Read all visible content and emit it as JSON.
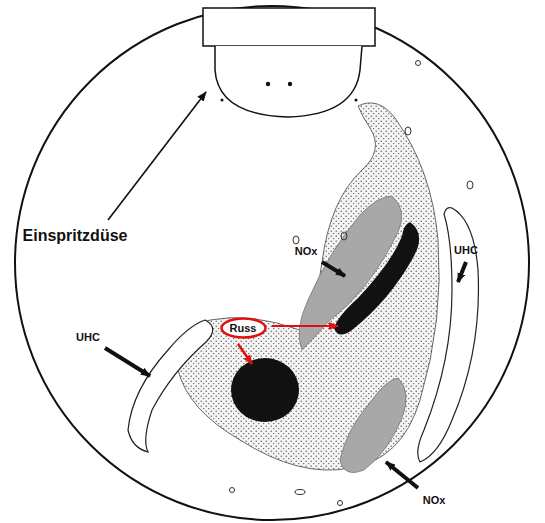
{
  "diagram": {
    "nodes": [
      {
        "text": [
          "Russ"
        ]
      }
    ],
    "labels": [
      "Einspritzdüse",
      "UHC",
      "NOx",
      "UHC",
      "NOx"
    ]
  }
}
